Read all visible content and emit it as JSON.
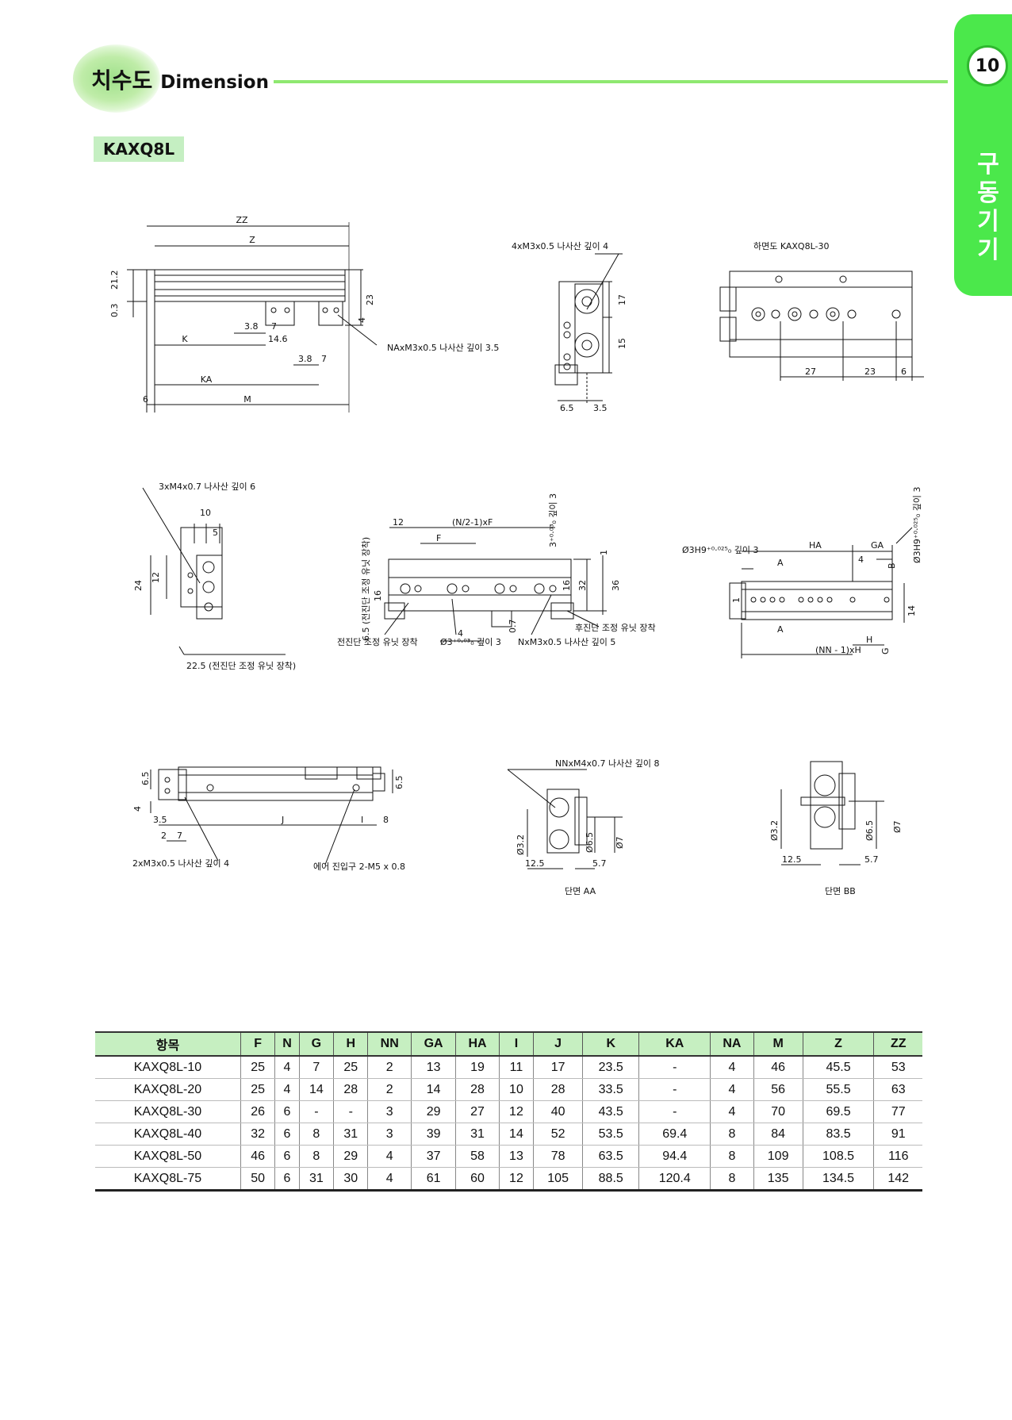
{
  "header": {
    "title_ko": "치수도",
    "title_en": "Dimension",
    "tab_number": "10",
    "tab_text": "구동기기"
  },
  "model": "KAXQ8L",
  "colors": {
    "tab_green": "#4be84b",
    "rule_green": "#8fe870",
    "table_header": "#c6efc1",
    "label_bg": "#c5efc2"
  },
  "drawing1": {
    "zz": "ZZ",
    "z": "Z",
    "k": "K",
    "ka": "KA",
    "m": "M",
    "d21_2": "21.2",
    "d0_3": "0.3",
    "d23": "23",
    "d4": "4",
    "d3_8a": "3.8",
    "d7a": "7",
    "d14_6": "14.6",
    "d3_8b": "3.8",
    "d7b": "7",
    "d6": "6",
    "note_na": "NAxM3x0.5 나사산 깊이 3.5"
  },
  "drawing2": {
    "note": "4xM3x0.5 나사산 깊이 4",
    "d17": "17",
    "d15": "15",
    "d6_5": "6.5",
    "d3_5": "3.5"
  },
  "drawing3": {
    "title": "하면도 KAXQ8L-30",
    "d27": "27",
    "d23": "23",
    "d6": "6"
  },
  "drawing4": {
    "note": "3xM4x0.7 나사산 깊이 6",
    "d10": "10",
    "d5": "5",
    "d24": "24",
    "d12": "12",
    "note_stopper": "22.5 (전진단 조정 유닛 장착)"
  },
  "drawing5": {
    "d12": "12",
    "nf": "(N/2-1)xF",
    "f": "F",
    "d3": "3⁺⁰·⁰³₀ 깊이 3",
    "d1": "1",
    "d16a": "16",
    "d6_5": "6.5 (전진단 조정 유닛 장착)",
    "d32": "32",
    "d36": "36",
    "d16b": "16",
    "d4": "4",
    "d0_7": "0.7",
    "note_front": "전진단 조정 유닛 장착",
    "note_hole": "Ø3⁺⁰·⁰³₀ 깊이 3",
    "note_n": "NxM3x0.5 나사산 깊이 5",
    "note_rear": "후진단 조정 유닛 장착"
  },
  "drawing6": {
    "phi": "Ø3H9⁺⁰·⁰²⁵₀ 깊이 3",
    "ha": "HA",
    "ga": "GA",
    "a": "A",
    "d4": "4",
    "b": "B",
    "d1": "1",
    "d14": "14",
    "h": "H",
    "g": "G",
    "nnh": "(NN - 1)xH",
    "phi_v": "Ø3H9⁺⁰·⁰²⁵₀ 깊이 3"
  },
  "drawing7": {
    "d6_5a": "6.5",
    "d6_5b": "6.5",
    "d4": "4",
    "d3_5": "3.5",
    "j": "J",
    "i": "I",
    "d8": "8",
    "d2": "2",
    "d7": "7",
    "note_m3": "2xM3x0.5 나사산 깊이 4",
    "note_air": "에어 진입구 2-M5 x 0.8"
  },
  "drawing8": {
    "note": "NNxM4x0.7 나사산 깊이 8",
    "d3_2": "Ø3.2",
    "d6_5": "Ø6.5",
    "d7": "Ø7",
    "d12_5": "12.5",
    "d5_7": "5.7",
    "caption": "단면 AA"
  },
  "drawing9": {
    "d3_2": "Ø3.2",
    "d6_5": "Ø6.5",
    "d7": "Ø7",
    "d12_5": "12.5",
    "d5_7": "5.7",
    "caption": "단면 BB"
  },
  "table": {
    "headers": [
      "항목",
      "F",
      "N",
      "G",
      "H",
      "NN",
      "GA",
      "HA",
      "I",
      "J",
      "K",
      "KA",
      "NA",
      "M",
      "Z",
      "ZZ"
    ],
    "rows": [
      [
        "KAXQ8L-10",
        "25",
        "4",
        "7",
        "25",
        "2",
        "13",
        "19",
        "11",
        "17",
        "23.5",
        "-",
        "4",
        "46",
        "45.5",
        "53"
      ],
      [
        "KAXQ8L-20",
        "25",
        "4",
        "14",
        "28",
        "2",
        "14",
        "28",
        "10",
        "28",
        "33.5",
        "-",
        "4",
        "56",
        "55.5",
        "63"
      ],
      [
        "KAXQ8L-30",
        "26",
        "6",
        "-",
        "-",
        "3",
        "29",
        "27",
        "12",
        "40",
        "43.5",
        "-",
        "4",
        "70",
        "69.5",
        "77"
      ],
      [
        "KAXQ8L-40",
        "32",
        "6",
        "8",
        "31",
        "3",
        "39",
        "31",
        "14",
        "52",
        "53.5",
        "69.4",
        "8",
        "84",
        "83.5",
        "91"
      ],
      [
        "KAXQ8L-50",
        "46",
        "6",
        "8",
        "29",
        "4",
        "37",
        "58",
        "13",
        "78",
        "63.5",
        "94.4",
        "8",
        "109",
        "108.5",
        "116"
      ],
      [
        "KAXQ8L-75",
        "50",
        "6",
        "31",
        "30",
        "4",
        "61",
        "60",
        "12",
        "105",
        "88.5",
        "120.4",
        "8",
        "135",
        "134.5",
        "142"
      ]
    ]
  }
}
